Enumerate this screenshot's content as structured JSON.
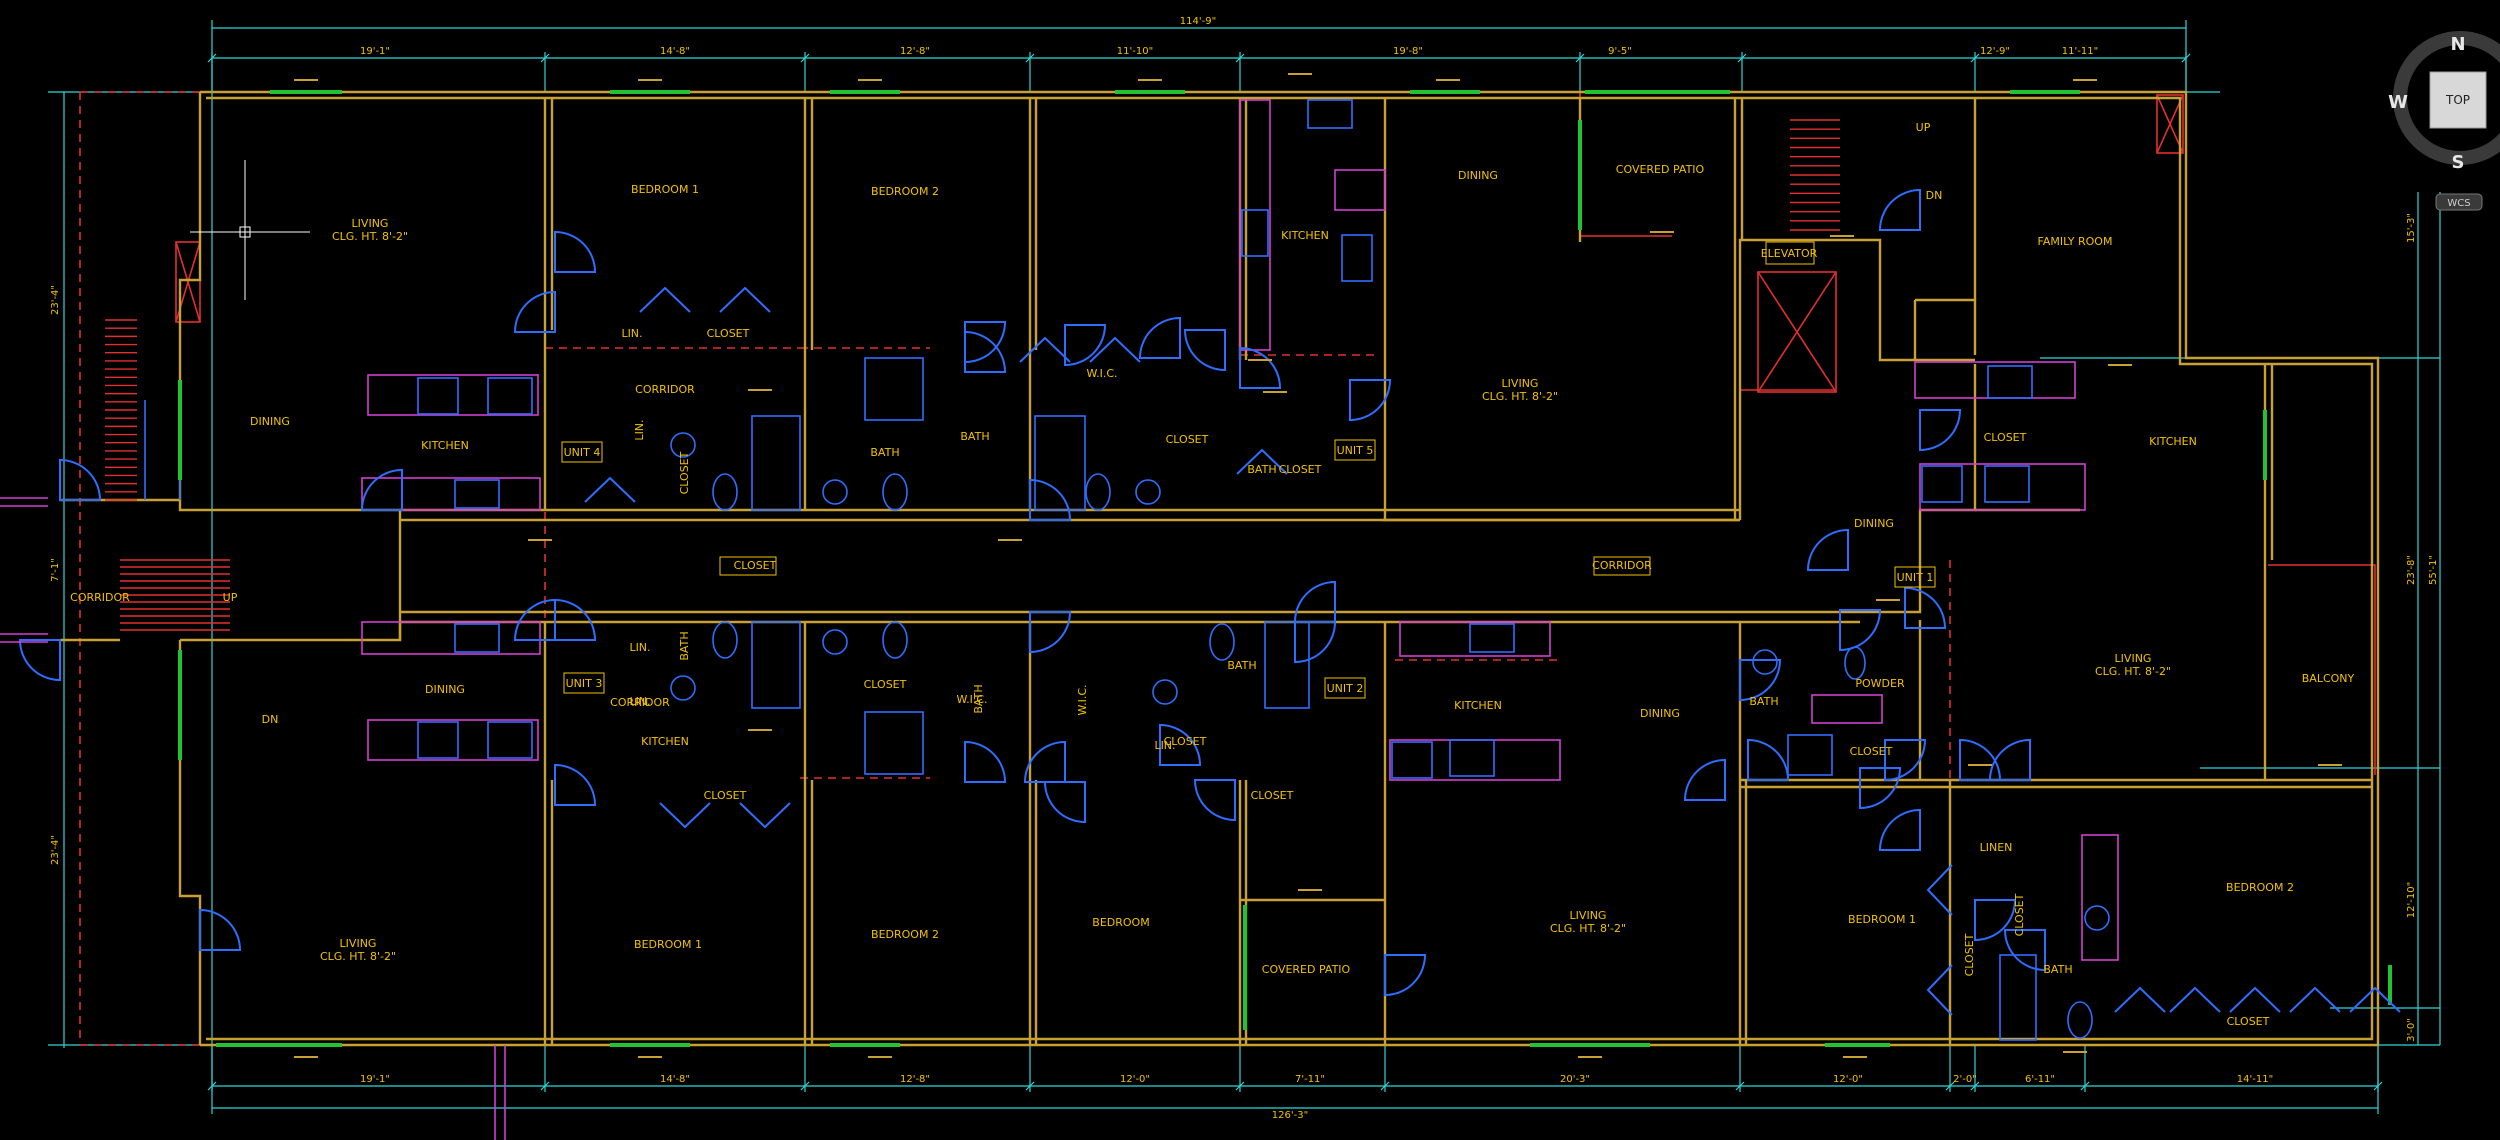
{
  "title": "",
  "viewcube": {
    "north": "N",
    "south": "S",
    "west": "W",
    "top": "TOP",
    "wcs": "WCS"
  },
  "top_dims": {
    "overall": "114'-9\"",
    "segments": [
      "19'-1\"",
      "14'-8\"",
      "12'-8\"",
      "11'-10\"",
      "19'-8\"",
      "9'-5\"",
      "12'-9\"",
      "11'-11\""
    ]
  },
  "bottom_dims": {
    "overall": "126'-3\"",
    "segments": [
      "19'-1\"",
      "14'-8\"",
      "12'-8\"",
      "12'-0\"",
      "7'-11\"",
      "20'-3\"",
      "12'-0\"",
      "2'-0\"",
      "6'-11\"",
      "14'-11\""
    ]
  },
  "left_dims": [
    "23'-4\"",
    "7'-1\"",
    "23'-4\""
  ],
  "right_dims": [
    "15'-3\"",
    "23'-8\"",
    "55'-1\"",
    "12'-10\"",
    "3'-0\""
  ],
  "rooms": [
    {
      "name": "LIVING\nCLG. HT. 8'-2\""
    },
    {
      "name": "BEDROOM 1"
    },
    {
      "name": "BEDROOM 2"
    },
    {
      "name": "DINING"
    },
    {
      "name": "COVERED PATIO"
    },
    {
      "name": "KITCHEN"
    },
    {
      "name": "LIVING\nCLG. HT. 8'-2\""
    },
    {
      "name": "FAMILY ROOM"
    },
    {
      "name": "ELEVATOR"
    },
    {
      "name": "UP"
    },
    {
      "name": "DN"
    },
    {
      "name": "DINING"
    },
    {
      "name": "KITCHEN"
    },
    {
      "name": "CORRIDOR"
    },
    {
      "name": "CLOSET"
    },
    {
      "name": "LIN."
    },
    {
      "name": "LIN."
    },
    {
      "name": "CLOSET"
    },
    {
      "name": "BATH"
    },
    {
      "name": "BATH"
    },
    {
      "name": "W.I.C."
    },
    {
      "name": "CLOSET"
    },
    {
      "name": "BATH"
    },
    {
      "name": "CLOSET"
    },
    {
      "name": "CLOSET"
    },
    {
      "name": "KITCHEN"
    },
    {
      "name": "DINING"
    },
    {
      "name": "CLOSET"
    },
    {
      "name": "CORRIDOR"
    },
    {
      "name": "CORRIDOR"
    },
    {
      "name": "UP"
    },
    {
      "name": "DN"
    },
    {
      "name": "DINING"
    },
    {
      "name": "KITCHEN"
    },
    {
      "name": "CORRIDOR"
    },
    {
      "name": "LIN."
    },
    {
      "name": "CLOSET"
    },
    {
      "name": "BATH"
    },
    {
      "name": "CLOSET"
    },
    {
      "name": "BATH"
    },
    {
      "name": "LIN."
    },
    {
      "name": "CLOSET"
    },
    {
      "name": "W.I.C."
    },
    {
      "name": "W.I.C."
    },
    {
      "name": "BATH"
    },
    {
      "name": "LIN."
    },
    {
      "name": "CLOSET"
    },
    {
      "name": "KITCHEN"
    },
    {
      "name": "DINING"
    },
    {
      "name": "BATH"
    },
    {
      "name": "POWDER"
    },
    {
      "name": "CLOSET"
    },
    {
      "name": "LIVING\nCLG. HT. 8'-2\""
    },
    {
      "name": "BALCONY"
    },
    {
      "name": "LIVING\nCLG. HT. 8'-2\""
    },
    {
      "name": "BEDROOM 1"
    },
    {
      "name": "BEDROOM 2"
    },
    {
      "name": "BEDROOM"
    },
    {
      "name": "COVERED PATIO"
    },
    {
      "name": "LIVING\nCLG. HT. 8'-2\""
    },
    {
      "name": "BEDROOM 1"
    },
    {
      "name": "LINEN"
    },
    {
      "name": "CLOSET"
    },
    {
      "name": "CLOSET"
    },
    {
      "name": "BATH"
    },
    {
      "name": "BEDROOM 2"
    },
    {
      "name": "CLOSET"
    }
  ],
  "units": [
    "UNIT 4",
    "UNIT 5",
    "UNIT 1",
    "UNIT 3",
    "UNIT 2"
  ]
}
